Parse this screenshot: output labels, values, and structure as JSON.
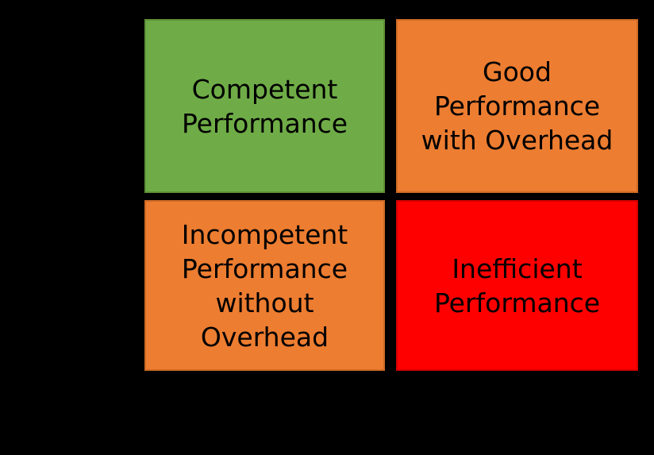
{
  "background_color": "#000000",
  "matrix": {
    "text_color": "#000000",
    "quadrants": {
      "top_left": {
        "label": "Competent\nPerformance",
        "fill": "#6FAC47",
        "border": "#5E9137"
      },
      "top_right": {
        "label": "Good\nPerformance\nwith Overhead",
        "fill": "#ED7D31",
        "border": "#CE6B25"
      },
      "bottom_left": {
        "label": "Incompetent\nPerformance\nwithout\nOverhead",
        "fill": "#ED7D31",
        "border": "#CE6B25"
      },
      "bottom_right": {
        "label": "Inefficient\nPerformance",
        "fill": "#FF0000",
        "border": "#D40000"
      }
    }
  }
}
